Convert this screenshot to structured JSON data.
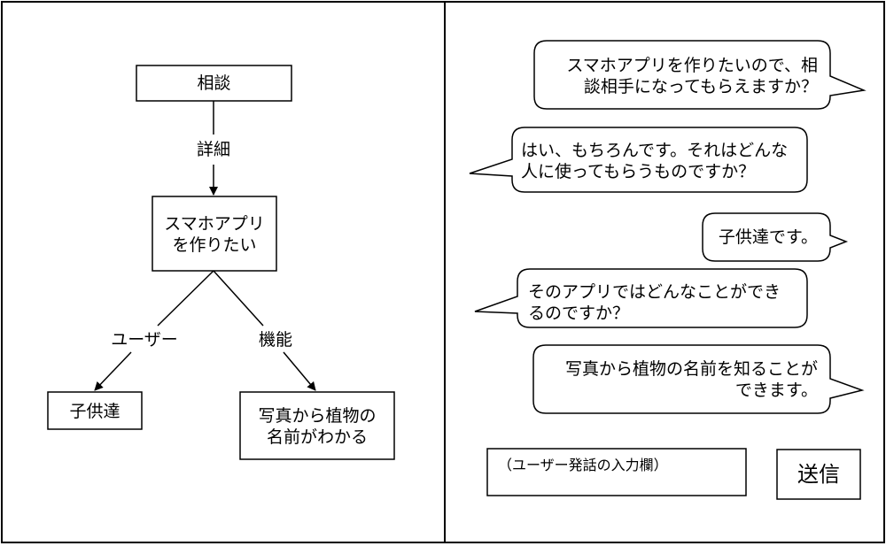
{
  "tree": {
    "root": "相談",
    "edge_root": "詳細",
    "node_app": "スマホアプリ\nを作りたい",
    "edge_user": "ユーザー",
    "edge_function": "機能",
    "node_user": "子供達",
    "node_function": "写真から植物の\n名前がわかる"
  },
  "chat": {
    "messages": [
      {
        "speaker": "user",
        "text": "スマホアプリを作りたいので、相\n談相手になってもらえますか？"
      },
      {
        "speaker": "assistant",
        "text": "はい、もちろんです。それはどんな\n人に使ってもらうものですか？"
      },
      {
        "speaker": "user",
        "text": "子供達です。"
      },
      {
        "speaker": "assistant",
        "text": "そのアプリではどんなことができ\nるのですか？"
      },
      {
        "speaker": "user",
        "text": "写真から植物の名前を知ることが\nできます。"
      }
    ],
    "input_placeholder": "（ユーザー発話の入力欄）",
    "send_label": "送信"
  }
}
